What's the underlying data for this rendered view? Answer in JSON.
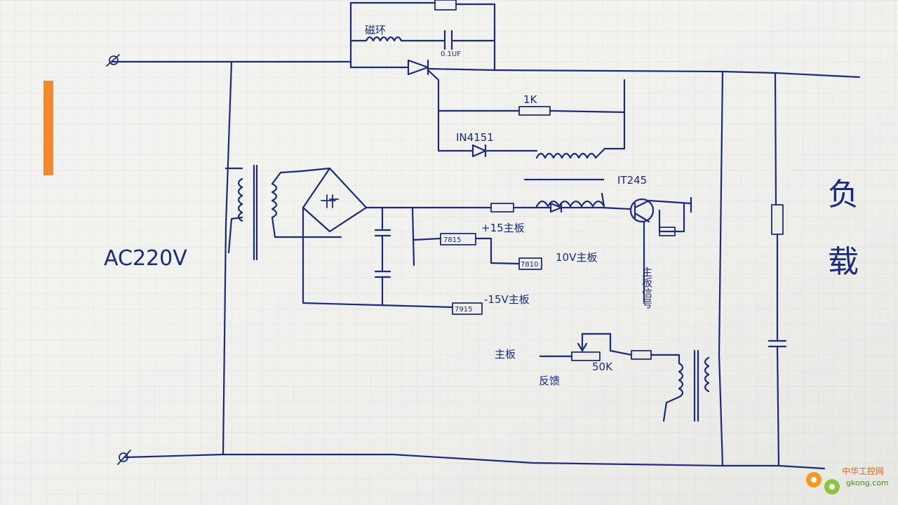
{
  "labels": {
    "magnetic_ring": "磁环",
    "cap_top": "0.1UF",
    "resistor_1k": "1K",
    "diode": "IN4151",
    "transistor": "IT245",
    "regulator_7815": "7815",
    "reg_7815_out": "+15主板",
    "regulator_7810": "7810",
    "reg_7810_out": "10V主板",
    "regulator_7915": "7915",
    "reg_7915_out": "-15V主板",
    "mainboard_signal": "主板信号",
    "feedback_src": "主板",
    "feedback": "反馈",
    "pot": "50K",
    "load_1": "负",
    "load_2": "载",
    "ac_input": "AC220V",
    "watermark_name": "中华工控网",
    "watermark_url": "gkong.com"
  }
}
